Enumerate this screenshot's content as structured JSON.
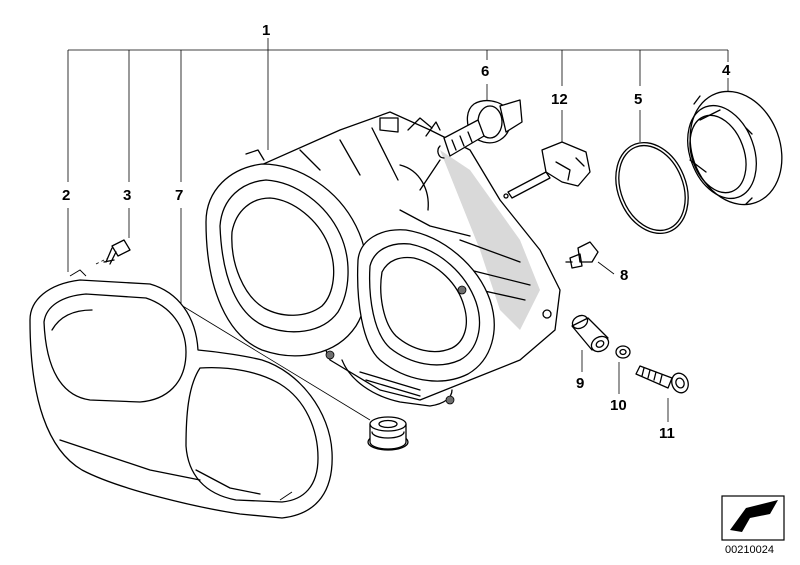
{
  "diagram": {
    "callouts": {
      "p1": "1",
      "p2": "2",
      "p3": "3",
      "p4": "4",
      "p5": "5",
      "p6": "6",
      "p7": "7",
      "p8": "8",
      "p9": "9",
      "p10": "10",
      "p11": "11",
      "p12": "12"
    },
    "reference_number": "00210024"
  }
}
